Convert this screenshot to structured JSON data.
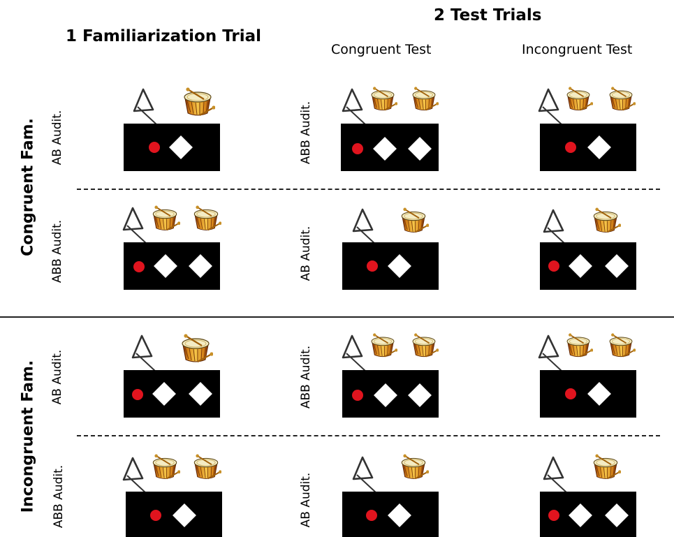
{
  "headers": {
    "familiarization": "1 Familiarization Trial",
    "test_trials": "2 Test Trials",
    "congruent_test": "Congruent Test",
    "incongruent_test": "Incongruent Test"
  },
  "groups": {
    "congruent": "Congruent Fam.",
    "incongruent": "Incongruent Fam."
  },
  "labels": {
    "ab": "AB Audit.",
    "abb": "ABB Audit."
  },
  "colors": {
    "screen": "#000000",
    "dot": "#e0141e",
    "diamond": "#ffffff"
  },
  "icons": [
    "triangle-instrument-icon",
    "drum-icon"
  ],
  "cells": [
    {
      "row": 1,
      "col": "familiarization",
      "audio": "AB",
      "visual": "AB"
    },
    {
      "row": 1,
      "col": "congruent_test",
      "audio": "ABB",
      "visual": "ABB"
    },
    {
      "row": 1,
      "col": "incongruent_test",
      "audio": "ABB",
      "visual": "AB"
    },
    {
      "row": 2,
      "col": "familiarization",
      "audio": "ABB",
      "visual": "ABB"
    },
    {
      "row": 2,
      "col": "congruent_test",
      "audio": "AB",
      "visual": "AB"
    },
    {
      "row": 2,
      "col": "incongruent_test",
      "audio": "AB",
      "visual": "ABB"
    },
    {
      "row": 3,
      "col": "familiarization",
      "audio": "AB",
      "visual": "ABB"
    },
    {
      "row": 3,
      "col": "congruent_test",
      "audio": "ABB",
      "visual": "ABB"
    },
    {
      "row": 3,
      "col": "incongruent_test",
      "audio": "ABB",
      "visual": "AB"
    },
    {
      "row": 4,
      "col": "familiarization",
      "audio": "ABB",
      "visual": "AB"
    },
    {
      "row": 4,
      "col": "congruent_test",
      "audio": "AB",
      "visual": "AB"
    },
    {
      "row": 4,
      "col": "incongruent_test",
      "audio": "AB",
      "visual": "ABB"
    }
  ]
}
